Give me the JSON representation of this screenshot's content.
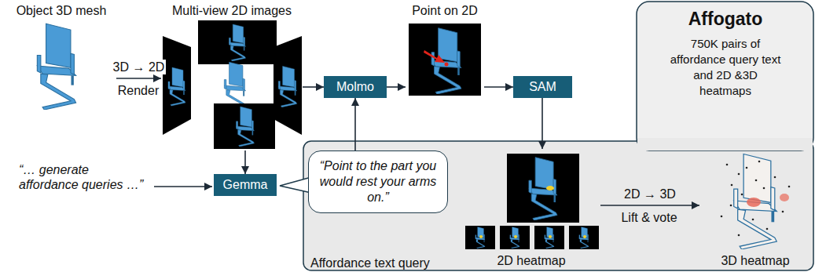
{
  "diagram": {
    "nodes": [
      {
        "text": [
          "Object 3D mesh"
        ]
      },
      {
        "text": [
          "Multi-view 2D images"
        ]
      },
      {
        "text": [
          "Point on 2D"
        ]
      },
      {
        "text": [
          "Affogato",
          "750K pairs of affordance query text and 2D &3D heatmaps"
        ]
      },
      {
        "text": [
          "Molmo"
        ]
      },
      {
        "text": [
          "SAM"
        ]
      },
      {
        "text": [
          "Gemma"
        ]
      },
      {
        "text": [
          "“Point to the part you would rest your arms on.”",
          "Affordance text query"
        ]
      },
      {
        "text": [
          "2D heatmap"
        ]
      },
      {
        "text": [
          "3D heatmap"
        ]
      }
    ],
    "edges": [
      {
        "from": 0,
        "to": 1,
        "arrow": "to",
        "label": "3D → 2D"
      },
      {
        "from": 1,
        "to": 4,
        "arrow": "to"
      },
      {
        "from": 1,
        "to": 6,
        "arrow": "to"
      },
      {
        "from": 7,
        "to": 4,
        "arrow": "to"
      },
      {
        "from": 4,
        "to": 2,
        "arrow": "to"
      },
      {
        "from": 2,
        "to": 5,
        "arrow": "to"
      },
      {
        "from": 5,
        "to": 8,
        "arrow": "to"
      },
      {
        "from": 8,
        "to": 9,
        "arrow": "to",
        "label": "2D → 3D"
      }
    ],
    "labels": [
      "Render",
      "Lift & vote",
      "“… generate affordance queries …”"
    ]
  }
}
